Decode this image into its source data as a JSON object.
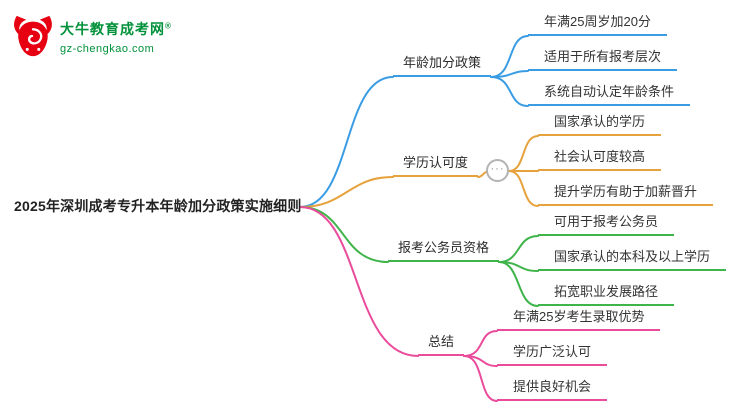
{
  "logo": {
    "site_name": "大牛教育成考网",
    "registered_mark": "®",
    "site_url": "gz-chengkao.com",
    "brand_green": "#00913a",
    "brand_red": "#e60012"
  },
  "mindmap": {
    "root": "2025年深圳成考专升本年龄加分政策实施细则",
    "collapse_icon": "···",
    "branches": [
      {
        "label": "年龄加分政策",
        "color": "#3a9de4",
        "children": [
          "年满25周岁加20分",
          "适用于所有报考层次",
          "系统自动认定年龄条件"
        ]
      },
      {
        "label": "学历认可度",
        "color": "#e6a23c",
        "children": [
          "国家承认的学历",
          "社会认可度较高",
          "提升学历有助于加薪晋升"
        ]
      },
      {
        "label": "报考公务员资格",
        "color": "#3eb44a",
        "children": [
          "可用于报考公务员",
          "国家承认的本科及以上学历",
          "拓宽职业发展路径"
        ]
      },
      {
        "label": "总结",
        "color": "#ea4b9b",
        "children": [
          "年满25岁考生录取优势",
          "学历广泛认可",
          "提供良好机会"
        ]
      }
    ]
  }
}
